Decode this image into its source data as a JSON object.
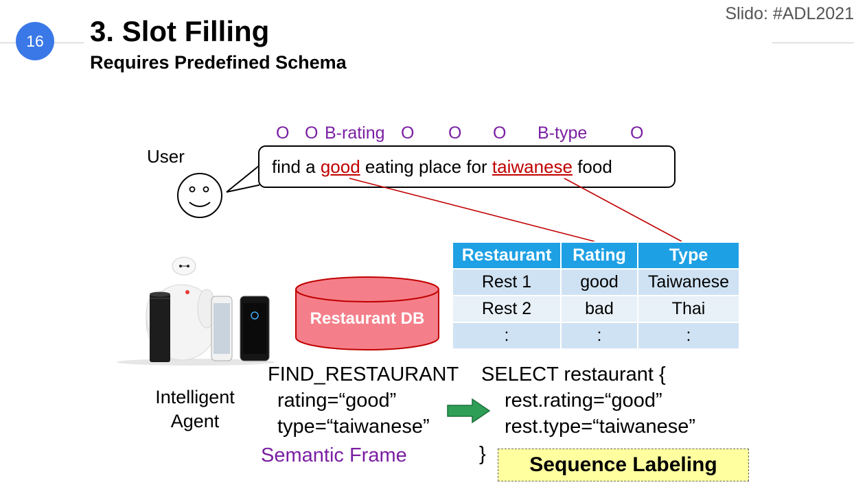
{
  "slide": {
    "number": "16",
    "title": "3. Slot Filling",
    "subtitle": "Requires Predefined Schema",
    "slido": "Slido: #ADL2021"
  },
  "tags": [
    "O",
    "O",
    "B-rating",
    "O",
    "O",
    "O",
    "B-type",
    "O"
  ],
  "user_label": "User",
  "utterance": {
    "part1": "find a ",
    "slot1": "good",
    "part2": " eating place for ",
    "slot2": "taiwanese",
    "part3": " food"
  },
  "table": {
    "headers": [
      "Restaurant",
      "Rating",
      "Type"
    ],
    "rows": [
      [
        "Rest 1",
        "good",
        "Taiwanese"
      ],
      [
        "Rest 2",
        "bad",
        "Thai"
      ],
      [
        ":",
        ":",
        ":"
      ]
    ]
  },
  "database_label": "Restaurant DB",
  "agent_label": [
    "Intelligent",
    "Agent"
  ],
  "semantic_frame": {
    "intent": "FIND_RESTAURANT",
    "slot1": "rating=“good”",
    "slot2": "type=“taiwanese”",
    "label": "Semantic Frame"
  },
  "sql": {
    "line1": "SELECT restaurant {",
    "line2": "rest.rating=“good”",
    "line3": "rest.type=“taiwanese”",
    "line4": "}"
  },
  "sequence_labeling": "Sequence Labeling",
  "colors": {
    "accent_blue": "#3b78e7",
    "tag_purple": "#7a1fa2",
    "slot_red": "#c00000",
    "table_header": "#1ea0e4",
    "db_fill": "#f47f8a",
    "arrow_green": "#2e9e56",
    "highlight_yellow": "#ffffa0"
  }
}
